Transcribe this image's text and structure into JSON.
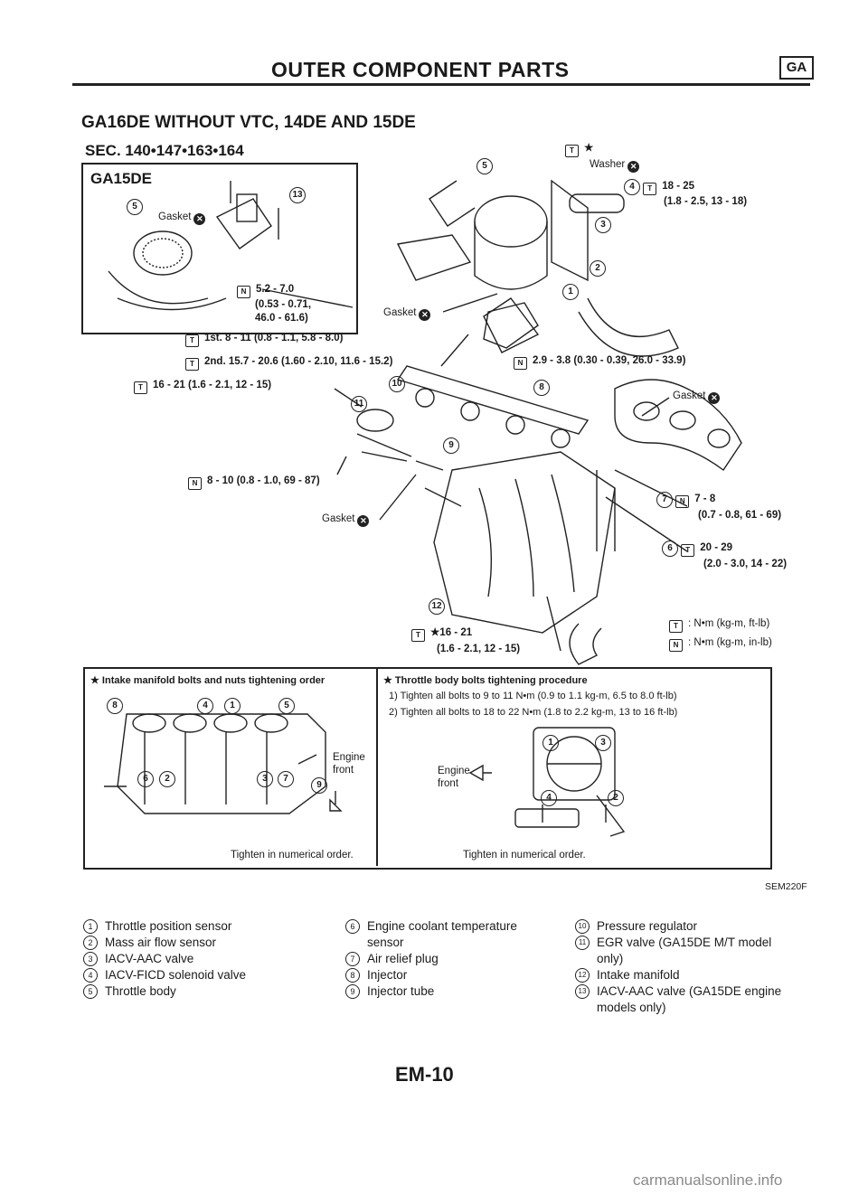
{
  "header": {
    "title": "OUTER COMPONENT PARTS",
    "badge": "GA"
  },
  "section": {
    "title": "GA16DE WITHOUT VTC, 14DE AND 15DE",
    "sec": "SEC. 140•147•163•164"
  },
  "inset": {
    "title": "GA15DE",
    "gasket": "Gasket",
    "torque": [
      "5.2 - 7.0",
      "(0.53 - 0.71,",
      "46.0 - 61.6)"
    ]
  },
  "callouts": {
    "washer": "Washer",
    "t18": "18 - 25",
    "t18b": "(1.8 - 2.5, 13 - 18)",
    "gasket_mid": "Gasket",
    "t1st": "1st. 8 - 11 (0.8 - 1.1, 5.8 - 8.0)",
    "t2nd": "2nd. 15.7 - 20.6 (1.60 - 2.10, 11.6 - 15.2)",
    "t16a": "16 - 21 (1.6 - 2.1, 12 - 15)",
    "t29": "2.9 - 3.8 (0.30 - 0.39, 26.0 - 33.9)",
    "gasket_right": "Gasket",
    "t8": "8 - 10 (0.8 - 1.0, 69 - 87)",
    "gasket_low": "Gasket",
    "t7": "7 - 8",
    "t7b": "(0.7 - 0.8, 61 - 69)",
    "t20": "20 - 29",
    "t20b": "(2.0 - 3.0, 14 - 22)",
    "t16b": "★16 - 21",
    "t16bb": "(1.6 - 2.1, 12 - 15)",
    "unit1": ": N•m (kg-m, ft-lb)",
    "unit2": ": N•m (kg-m, in-lb)"
  },
  "box_left": {
    "title": "★ Intake manifold bolts and nuts tightening order",
    "engine": "Engine",
    "front": "front",
    "note": "Tighten in numerical order."
  },
  "box_right": {
    "title": "★ Throttle body bolts tightening procedure",
    "step1": "1) Tighten all bolts to 9 to 11 N•m (0.9 to 1.1 kg-m, 6.5 to 8.0 ft-lb)",
    "step2": "2) Tighten all bolts to 18 to 22 N•m (1.8 to 2.2 kg-m, 13 to 16 ft-lb)",
    "engine": "Engine",
    "front": "front",
    "note": "Tighten in numerical order."
  },
  "figure_id": "SEM220F",
  "legend": {
    "col1": [
      {
        "n": "1",
        "text": "Throttle position sensor"
      },
      {
        "n": "2",
        "text": "Mass air flow sensor"
      },
      {
        "n": "3",
        "text": "IACV-AAC valve"
      },
      {
        "n": "4",
        "text": "IACV-FICD solenoid valve"
      },
      {
        "n": "5",
        "text": "Throttle body"
      }
    ],
    "col2": [
      {
        "n": "6",
        "text": "Engine coolant temperature sensor"
      },
      {
        "n": "7",
        "text": "Air relief plug"
      },
      {
        "n": "8",
        "text": "Injector"
      },
      {
        "n": "9",
        "text": "Injector tube"
      }
    ],
    "col3": [
      {
        "n": "10",
        "text": "Pressure regulator"
      },
      {
        "n": "11",
        "text": "EGR valve (GA15DE M/T model only)"
      },
      {
        "n": "12",
        "text": "Intake manifold"
      },
      {
        "n": "13",
        "text": "IACV-AAC valve (GA15DE engine models only)"
      }
    ]
  },
  "page_number": "EM-10",
  "watermark": "carmanualsonline.info"
}
